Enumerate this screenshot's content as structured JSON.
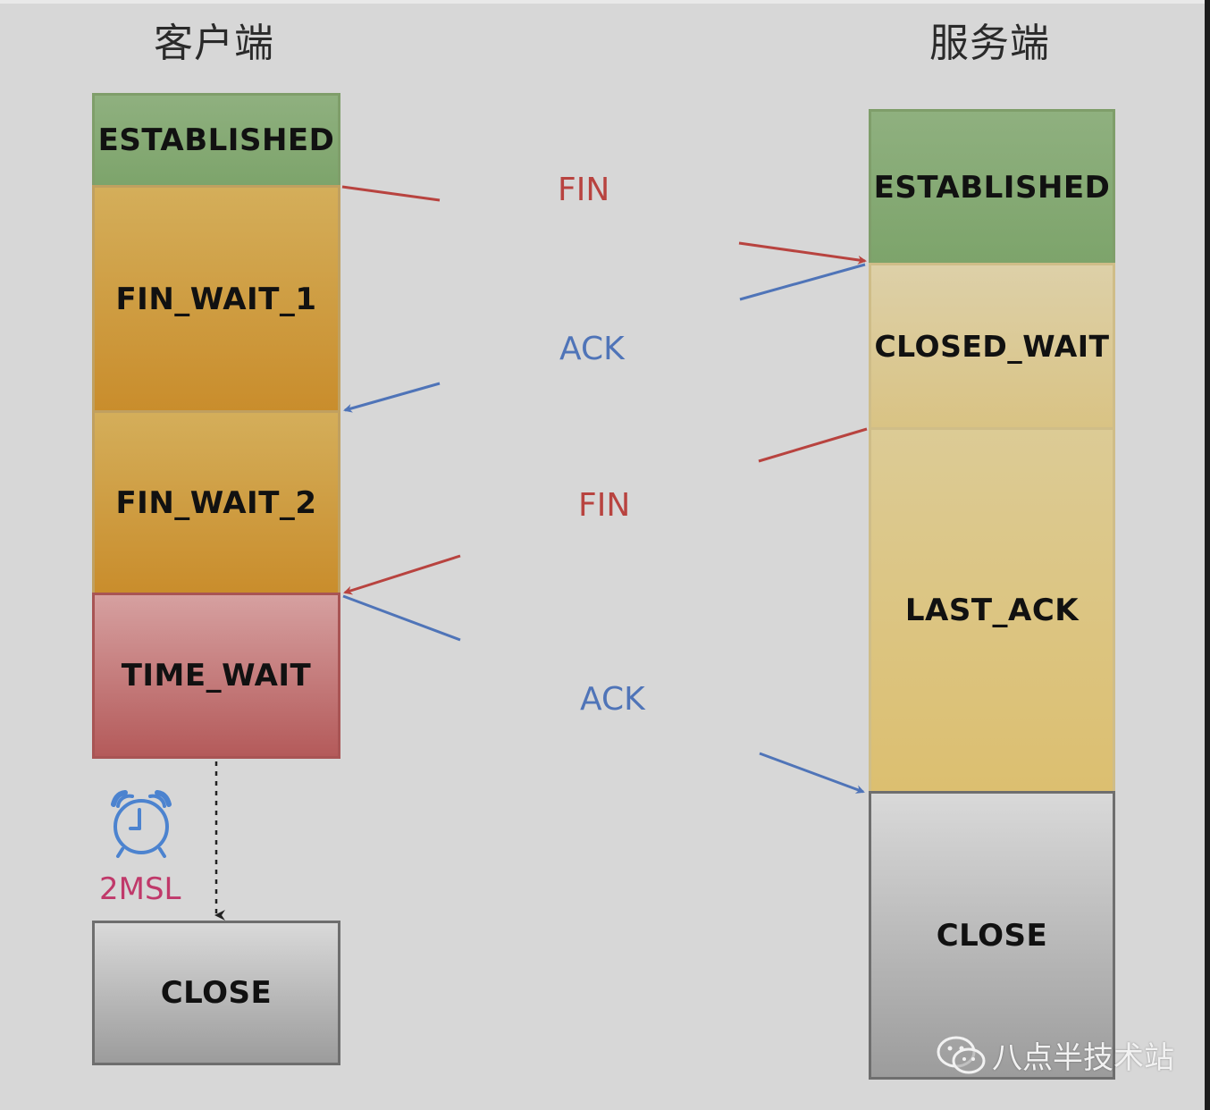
{
  "headings": {
    "client": "客户端",
    "server": "服务端"
  },
  "client_states": {
    "established": "ESTABLISHED",
    "fin_wait_1": "FIN_WAIT_1",
    "fin_wait_2": "FIN_WAIT_2",
    "time_wait": "TIME_WAIT",
    "close": "CLOSE"
  },
  "server_states": {
    "established": "ESTABLISHED",
    "closed_wait": "CLOSED_WAIT",
    "last_ack": "LAST_ACK",
    "close": "CLOSE"
  },
  "messages": {
    "fin_1": "FIN",
    "ack_1": "ACK",
    "fin_2": "FIN",
    "ack_2": "ACK"
  },
  "timer": {
    "label": "2MSL",
    "icon": "alarm-clock-icon"
  },
  "watermark": {
    "text": "八点半技术站",
    "icon": "wechat-icon"
  },
  "colors": {
    "fin": "#b8433f",
    "ack": "#4f74b8",
    "established": "#86aa74",
    "wait": "#c9952f",
    "time_wait": "#c27070",
    "close": "#b3b3b3"
  }
}
